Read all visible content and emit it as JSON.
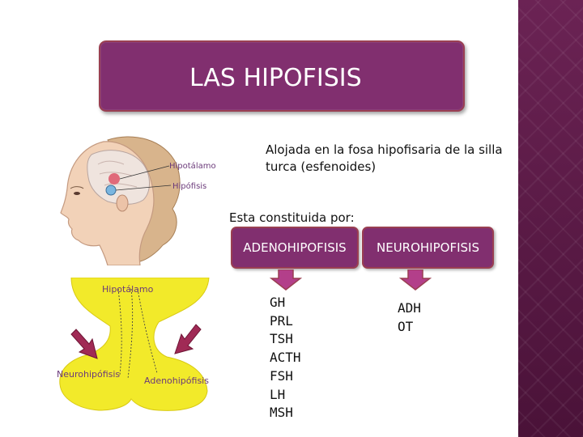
{
  "title": "LAS HIPOFISIS",
  "description": "Alojada en la fosa hipofisaria de la silla turca (esfenoides)",
  "constituted_label": "Esta constituida por:",
  "components": [
    {
      "label": "ADENOHIPOFISIS",
      "hormones": [
        "GH",
        "PRL",
        "TSH",
        "ACTH",
        "FSH",
        "LH",
        "MSH"
      ]
    },
    {
      "label": "NEUROHIPOFISIS",
      "hormones": [
        "ADH",
        "OT"
      ]
    }
  ],
  "head_image": {
    "label_hypothalamus": "Hipotálamo",
    "label_pituitary": "Hipófisis"
  },
  "gland_image": {
    "label_hypothalamus": "Hipotálamo",
    "label_neuro": "Neurohipófisis",
    "label_adeno": "Adenohipófisis"
  },
  "colors": {
    "accent": "#812f6f",
    "border": "#9a3f52",
    "side_band": "#5a1a45",
    "gland_yellow": "#f2ea2a",
    "label_purple": "#6b3a7a"
  }
}
